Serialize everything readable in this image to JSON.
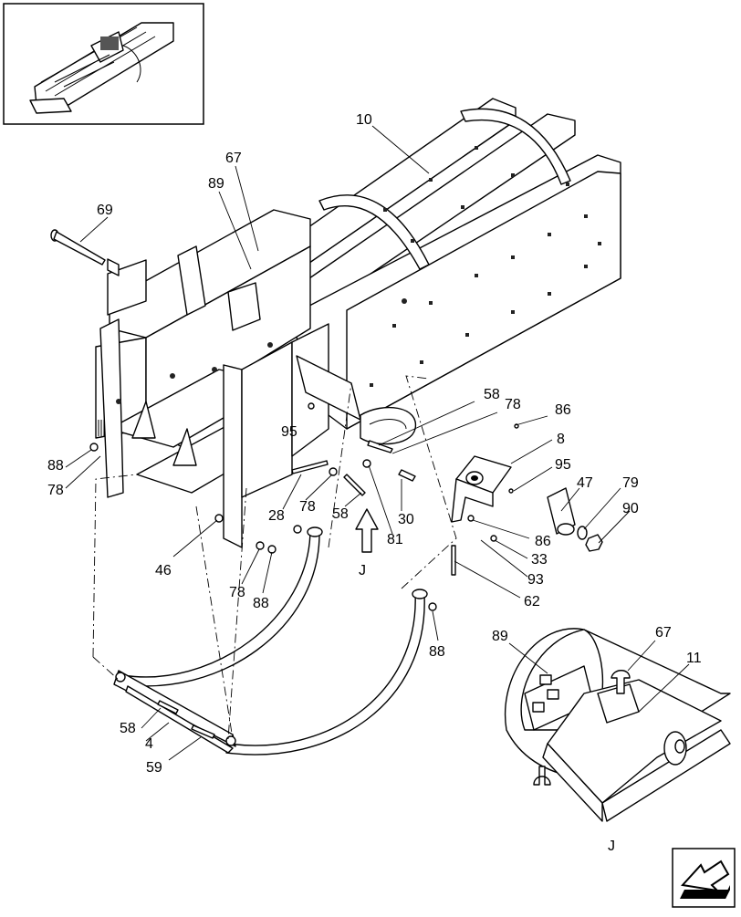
{
  "thumbnail": {
    "icon": "machine-overview-thumbnail"
  },
  "callouts": [
    {
      "id": "c-10",
      "label": "10"
    },
    {
      "id": "c-67a",
      "label": "67"
    },
    {
      "id": "c-89a",
      "label": "89"
    },
    {
      "id": "c-69",
      "label": "69"
    },
    {
      "id": "c-58a",
      "label": "58"
    },
    {
      "id": "c-78a",
      "label": "78"
    },
    {
      "id": "c-86a",
      "label": "86"
    },
    {
      "id": "c-8",
      "label": "8"
    },
    {
      "id": "c-95a",
      "label": "95"
    },
    {
      "id": "c-95b",
      "label": "95"
    },
    {
      "id": "c-47",
      "label": "47"
    },
    {
      "id": "c-79",
      "label": "79"
    },
    {
      "id": "c-90",
      "label": "90"
    },
    {
      "id": "c-88a",
      "label": "88"
    },
    {
      "id": "c-78b",
      "label": "78"
    },
    {
      "id": "c-28",
      "label": "28"
    },
    {
      "id": "c-78c",
      "label": "78"
    },
    {
      "id": "c-58b",
      "label": "58"
    },
    {
      "id": "c-30",
      "label": "30"
    },
    {
      "id": "c-81",
      "label": "81"
    },
    {
      "id": "c-86b",
      "label": "86"
    },
    {
      "id": "c-33",
      "label": "33"
    },
    {
      "id": "c-93",
      "label": "93"
    },
    {
      "id": "c-62",
      "label": "62"
    },
    {
      "id": "c-46",
      "label": "46"
    },
    {
      "id": "c-78d",
      "label": "78"
    },
    {
      "id": "c-88b",
      "label": "88"
    },
    {
      "id": "c-88c",
      "label": "88"
    },
    {
      "id": "c-J1",
      "label": "J"
    },
    {
      "id": "c-58c",
      "label": "58"
    },
    {
      "id": "c-4",
      "label": "4"
    },
    {
      "id": "c-59",
      "label": "59"
    },
    {
      "id": "c-89b",
      "label": "89"
    },
    {
      "id": "c-67b",
      "label": "67"
    },
    {
      "id": "c-11",
      "label": "11"
    },
    {
      "id": "c-J2",
      "label": "J"
    }
  ],
  "nav_button": {
    "icon": "next-page-arrow-icon"
  }
}
